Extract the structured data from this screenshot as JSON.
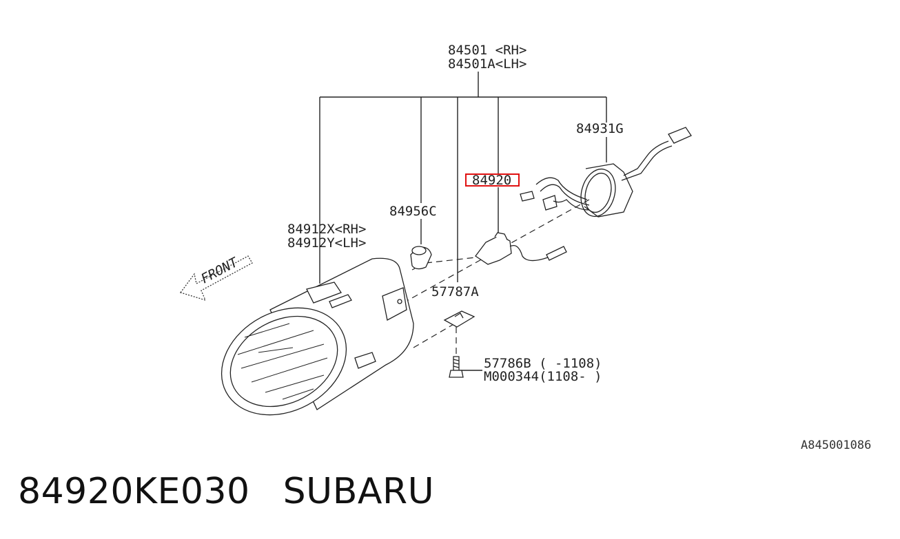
{
  "diagram": {
    "part_labels": {
      "lamp_assy_rh": "84501 <RH>",
      "lamp_assy_lh": "84501A<LH>",
      "socket": "84931G",
      "bulb": "84920",
      "bracket_cap": "84956C",
      "lens_rh": "84912X<RH>",
      "lens_lh": "84912Y<LH>",
      "nut": "57787A",
      "bolt_a": "57786B ( -1108)",
      "bolt_b": "M000344(1108- )",
      "front": "FRONT"
    },
    "drawing_ref": "A845001086",
    "highlight_color": "#e01010"
  },
  "caption": {
    "part_number": "84920KE030",
    "brand": "SUBARU"
  }
}
